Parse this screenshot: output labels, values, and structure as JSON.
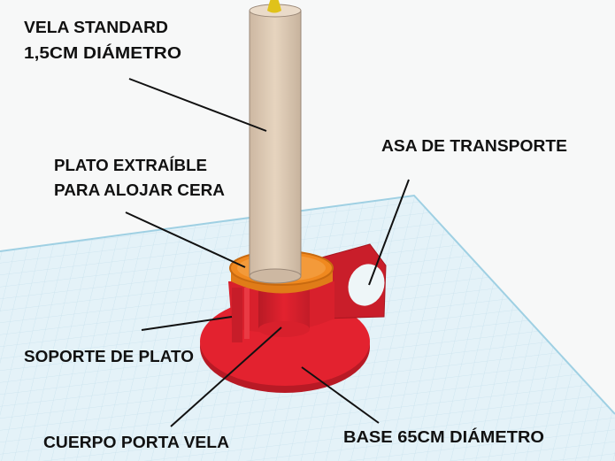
{
  "labels": {
    "candle_line1": "VELA STANDARD",
    "candle_line2": "1,5CM DIÁMETRO",
    "handle": "ASA DE TRANSPORTE",
    "plate_line1": "PLATO EXTRAÍBLE",
    "plate_line2": "PARA ALOJAR CERA",
    "plate_support": "SOPORTE DE PLATO",
    "body": "CUERPO PORTA VELA",
    "base": "BASE 65CM DIÁMETRO"
  },
  "colors": {
    "workplane": "#e4f2f8",
    "grid": "#c9e2ee",
    "part_red": "#e3222f",
    "part_red_dark": "#b81a25",
    "plate_orange": "#f0891f",
    "candle": "#dcc8b2",
    "flame": "#e0c21a"
  }
}
